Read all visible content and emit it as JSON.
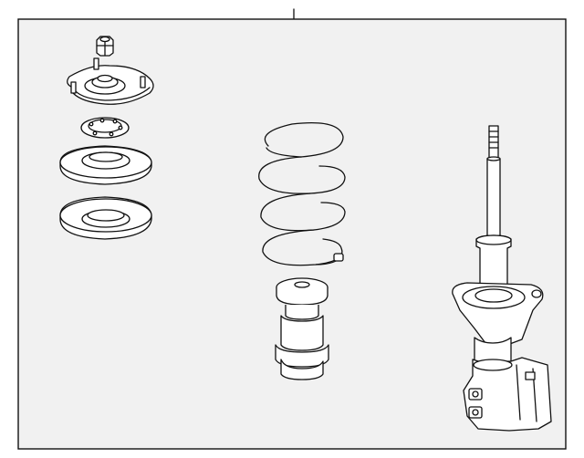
{
  "diagram": {
    "background_color": "#f1f1f1",
    "line_color": "#111111",
    "parts": [
      {
        "id": "upper-nut",
        "icon": "hex-nut-icon"
      },
      {
        "id": "upper-mount",
        "icon": "strut-mount-icon"
      },
      {
        "id": "mount-bearing",
        "icon": "bearing-icon"
      },
      {
        "id": "upper-spring-seat",
        "icon": "spring-seat-icon"
      },
      {
        "id": "spring-insulator",
        "icon": "insulator-icon"
      },
      {
        "id": "coil-spring",
        "icon": "coil-spring-icon"
      },
      {
        "id": "bump-stop",
        "icon": "bump-stop-icon"
      },
      {
        "id": "strut-assembly",
        "icon": "strut-assembly-icon"
      }
    ]
  }
}
